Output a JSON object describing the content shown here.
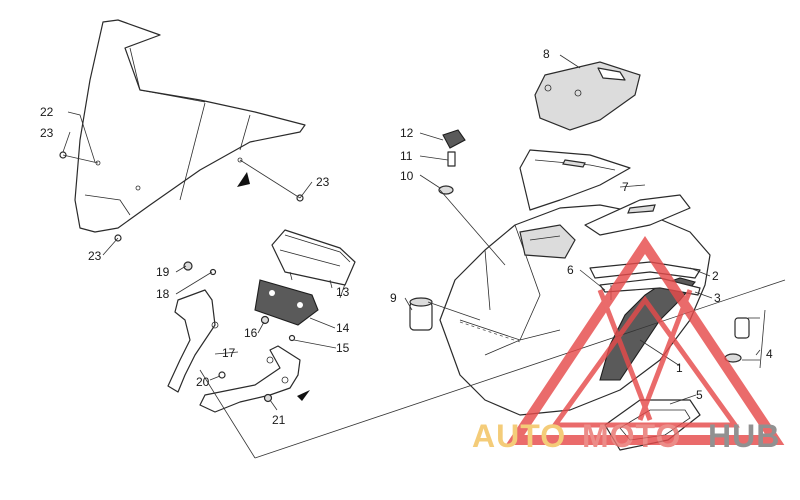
{
  "callouts": {
    "c1": "1",
    "c2": "2",
    "c3": "3",
    "c4": "4",
    "c5": "5",
    "c6": "6",
    "c7": "7",
    "c8": "8",
    "c9": "9",
    "c10": "10",
    "c11": "11",
    "c12": "12",
    "c13": "13",
    "c14": "14",
    "c15": "15",
    "c16": "16",
    "c17": "17",
    "c18": "18",
    "c19": "19",
    "c20": "20",
    "c21": "21",
    "c22": "22",
    "c23a": "23",
    "c23b": "23",
    "c23c": "23"
  },
  "watermark": {
    "part1": "AUTO",
    "part2": "MOTO",
    "part3": "HUB",
    "color_auto": "#f2c25c",
    "color_moto": "#e8746f",
    "color_hub": "#7a7a7a",
    "triangle_color": "#e64b4b"
  }
}
